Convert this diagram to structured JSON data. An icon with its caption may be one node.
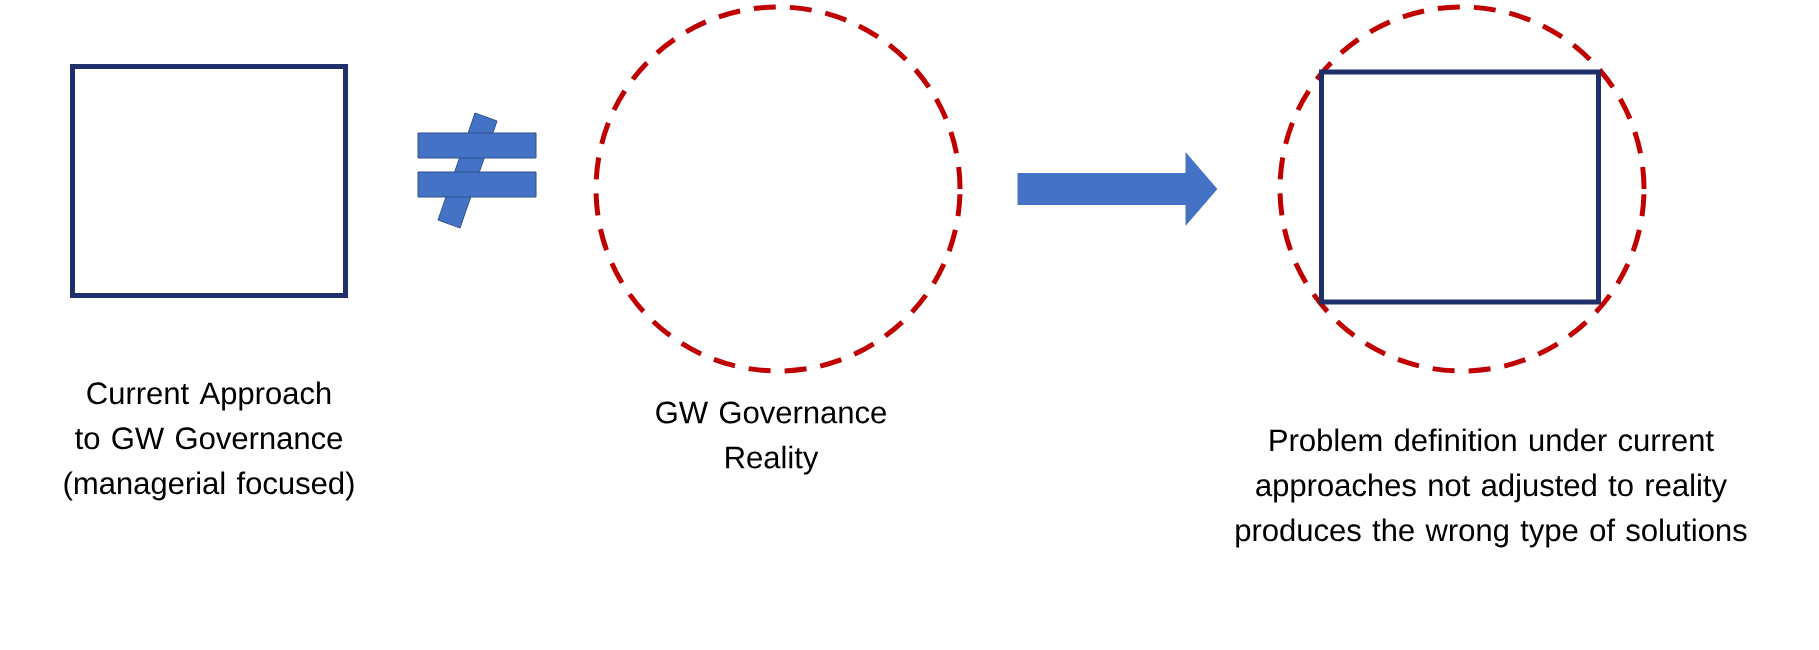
{
  "diagram": {
    "nodes": [
      {
        "text": [
          "Current Approach to GW Governance (managerial focused)"
        ]
      },
      {
        "text": [
          "GW Governance Reality"
        ]
      },
      {
        "text": [
          "Problem definition under current approaches not adjusted to reality produces the wrong type of solutions"
        ]
      },
      {
        "text": [],
        "shape": "box",
        "in": 2
      }
    ],
    "edges": [
      {
        "from": 1,
        "to": 2,
        "arrow": "to"
      }
    ]
  }
}
